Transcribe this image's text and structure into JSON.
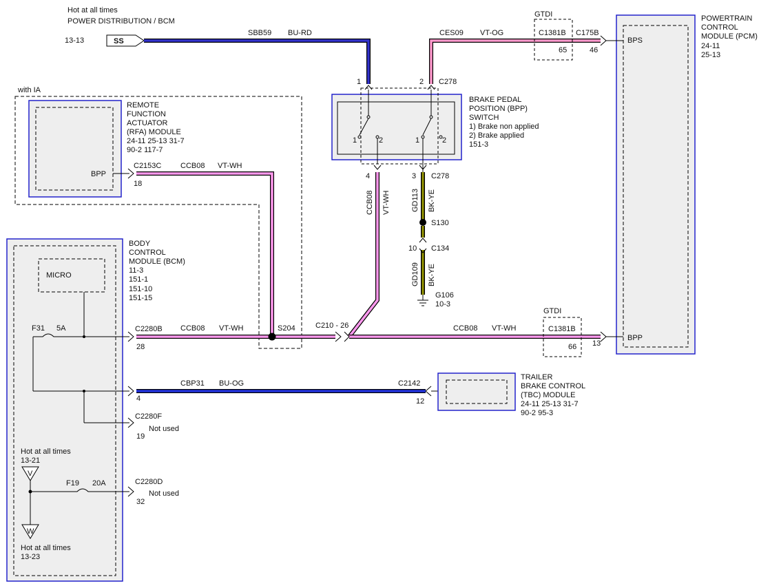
{
  "colors": {
    "module_border": "#2222cc",
    "module_fill": "#eeeeee",
    "wire_outline": "#000000",
    "vt_wh": "#ff99ee",
    "vt_og": "#ff99cc",
    "bu_rd": "#3333cc",
    "bu_og": "#2233dd",
    "bk_ye": "#999900"
  },
  "power_source": {
    "hot": "Hot at all times",
    "title": "POWER DISTRIBUTION / BCM",
    "ref": "13-13",
    "connector": "SS",
    "circuit": "SBB59",
    "color": "BU-RD"
  },
  "with_ia": "with IA",
  "rfa": {
    "name": [
      "REMOTE",
      "FUNCTION",
      "ACTUATOR",
      "(RFA) MODULE"
    ],
    "refs": [
      "24-11   25-13   31-7",
      "90-2     117-7"
    ],
    "pin": "BPP",
    "connector": "C2153C",
    "pin_num": "18",
    "circuit": "CCB08",
    "color": "VT-WH"
  },
  "bpp_switch": {
    "name": [
      "BRAKE PEDAL",
      "POSITION (BPP)",
      "SWITCH"
    ],
    "states": [
      "1) Brake non applied",
      "2) Brake applied"
    ],
    "ref": "151-3",
    "pin1": "1",
    "pin2": "2",
    "connector": "C278",
    "sw_a1": "1",
    "sw_a2": "2",
    "sw_b1": "1",
    "sw_b2": "2",
    "pin4": "4",
    "pin3": "3",
    "connector_bottom": "C278"
  },
  "ces09": {
    "circuit": "CES09",
    "color": "VT-OG"
  },
  "gtdi_top": {
    "label": "GTDI",
    "connector": "C1381B",
    "pin": "65"
  },
  "pcm": {
    "name": [
      "POWERTRAIN",
      "CONTROL",
      "MODULE (PCM)"
    ],
    "refs": [
      "24-11",
      "25-13"
    ],
    "connector": "C175B",
    "pin_bps": "46",
    "bps": "BPS",
    "bpp": "BPP",
    "pin_bpp": "13"
  },
  "ground": {
    "circuit1": "GD113",
    "color1": "BK-YE",
    "splice": "S130",
    "pin10": "10",
    "connector": "C134",
    "circuit2": "GD109",
    "color2": "BK-YE",
    "ground_id": "G106",
    "ground_ref": "10-3"
  },
  "vert_ccb08": {
    "circuit": "CCB08",
    "color": "VT-WH"
  },
  "bcm": {
    "name": [
      "BODY",
      "CONTROL",
      "MODULE (BCM)"
    ],
    "refs": [
      "11-3",
      "151-1",
      "151-10",
      "151-15"
    ],
    "micro": "MICRO",
    "fuse1": "F31",
    "fuse1_rating": "5A",
    "fuse2": "F19",
    "fuse2_rating": "20A",
    "hot1": "Hot at all times",
    "hot1_ref": "13-21",
    "hot2": "Hot at all times",
    "hot2_ref": "13-23",
    "feed_v": "V",
    "feed_w": "W"
  },
  "c2280b": {
    "connector": "C2280B",
    "pin": "28",
    "circuit": "CCB08",
    "color": "VT-WH"
  },
  "s204": "S204",
  "c210": "C210 - 26",
  "ccb08_right": {
    "circuit": "CCB08",
    "color": "VT-WH"
  },
  "gtdi_bottom": {
    "label": "GTDI",
    "connector": "C1381B",
    "pin": "66"
  },
  "cbp31": {
    "circuit": "CBP31",
    "color": "BU-OG",
    "pin_bcm": "4",
    "connector": "C2142",
    "pin_tbc": "12"
  },
  "tbc": {
    "name": [
      "TRAILER",
      "BRAKE CONTROL",
      "(TBC) MODULE"
    ],
    "refs": [
      "24-11   25-13   31-7",
      "90-2     95-3"
    ]
  },
  "c2280f": {
    "connector": "C2280F",
    "pin": "19",
    "note": "Not used"
  },
  "c2280d": {
    "connector": "C2280D",
    "pin": "32",
    "note": "Not used"
  }
}
